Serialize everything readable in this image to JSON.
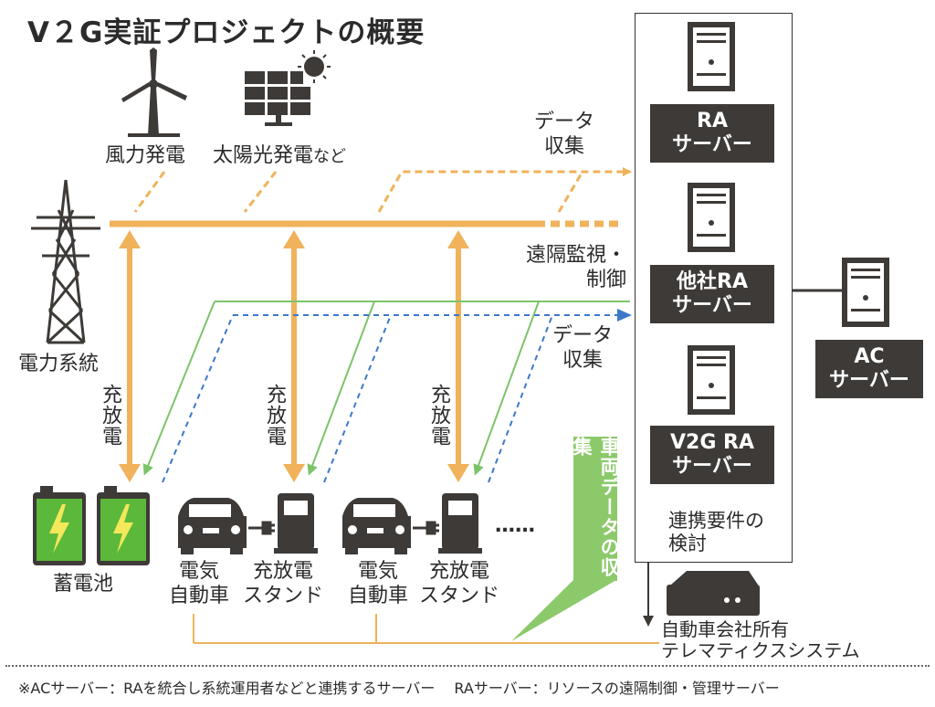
{
  "title": "V２G実証プロジェクトの概要",
  "sources": {
    "wind": "風力発電",
    "solar": "太陽光発電",
    "solar_suffix": "など"
  },
  "grid": "電力系統",
  "charge_discharge": "充放電",
  "labels": {
    "data_collect_top": [
      "データ",
      "収集"
    ],
    "remote_control": [
      "遠隔監視・",
      "制御"
    ],
    "data_collect_mid": [
      "データ",
      "収集"
    ],
    "vehicle_data_collect": "車両データの収集",
    "coordination": [
      "連携要件の",
      "検討"
    ]
  },
  "bottom": {
    "battery": "蓄電池",
    "ev1": [
      "電気",
      "自動車"
    ],
    "station1": [
      "充放電",
      "スタンド"
    ],
    "ev2": [
      "電気",
      "自動車"
    ],
    "station2": [
      "充放電",
      "スタンド"
    ],
    "ellipsis": "……",
    "telematics": [
      "自動車会社所有",
      "テレマティクスシステム"
    ]
  },
  "servers": {
    "ra": [
      "RA",
      "サーバー"
    ],
    "other_ra": [
      "他社RA",
      "サーバー"
    ],
    "v2g_ra": [
      "V2G RA",
      "サーバー"
    ],
    "ac": [
      "AC",
      "サーバー"
    ]
  },
  "footnote": "※ACサーバー：RAを統合し系統運用者などと連携するサーバー　 RAサーバー：リソースの遠隔制御・管理サーバー",
  "colors": {
    "orange": "#f0b25a",
    "green": "#7cc46a",
    "blue": "#3d78c8",
    "dark": "#3d3a37",
    "battery_green": "#5cb83a"
  }
}
